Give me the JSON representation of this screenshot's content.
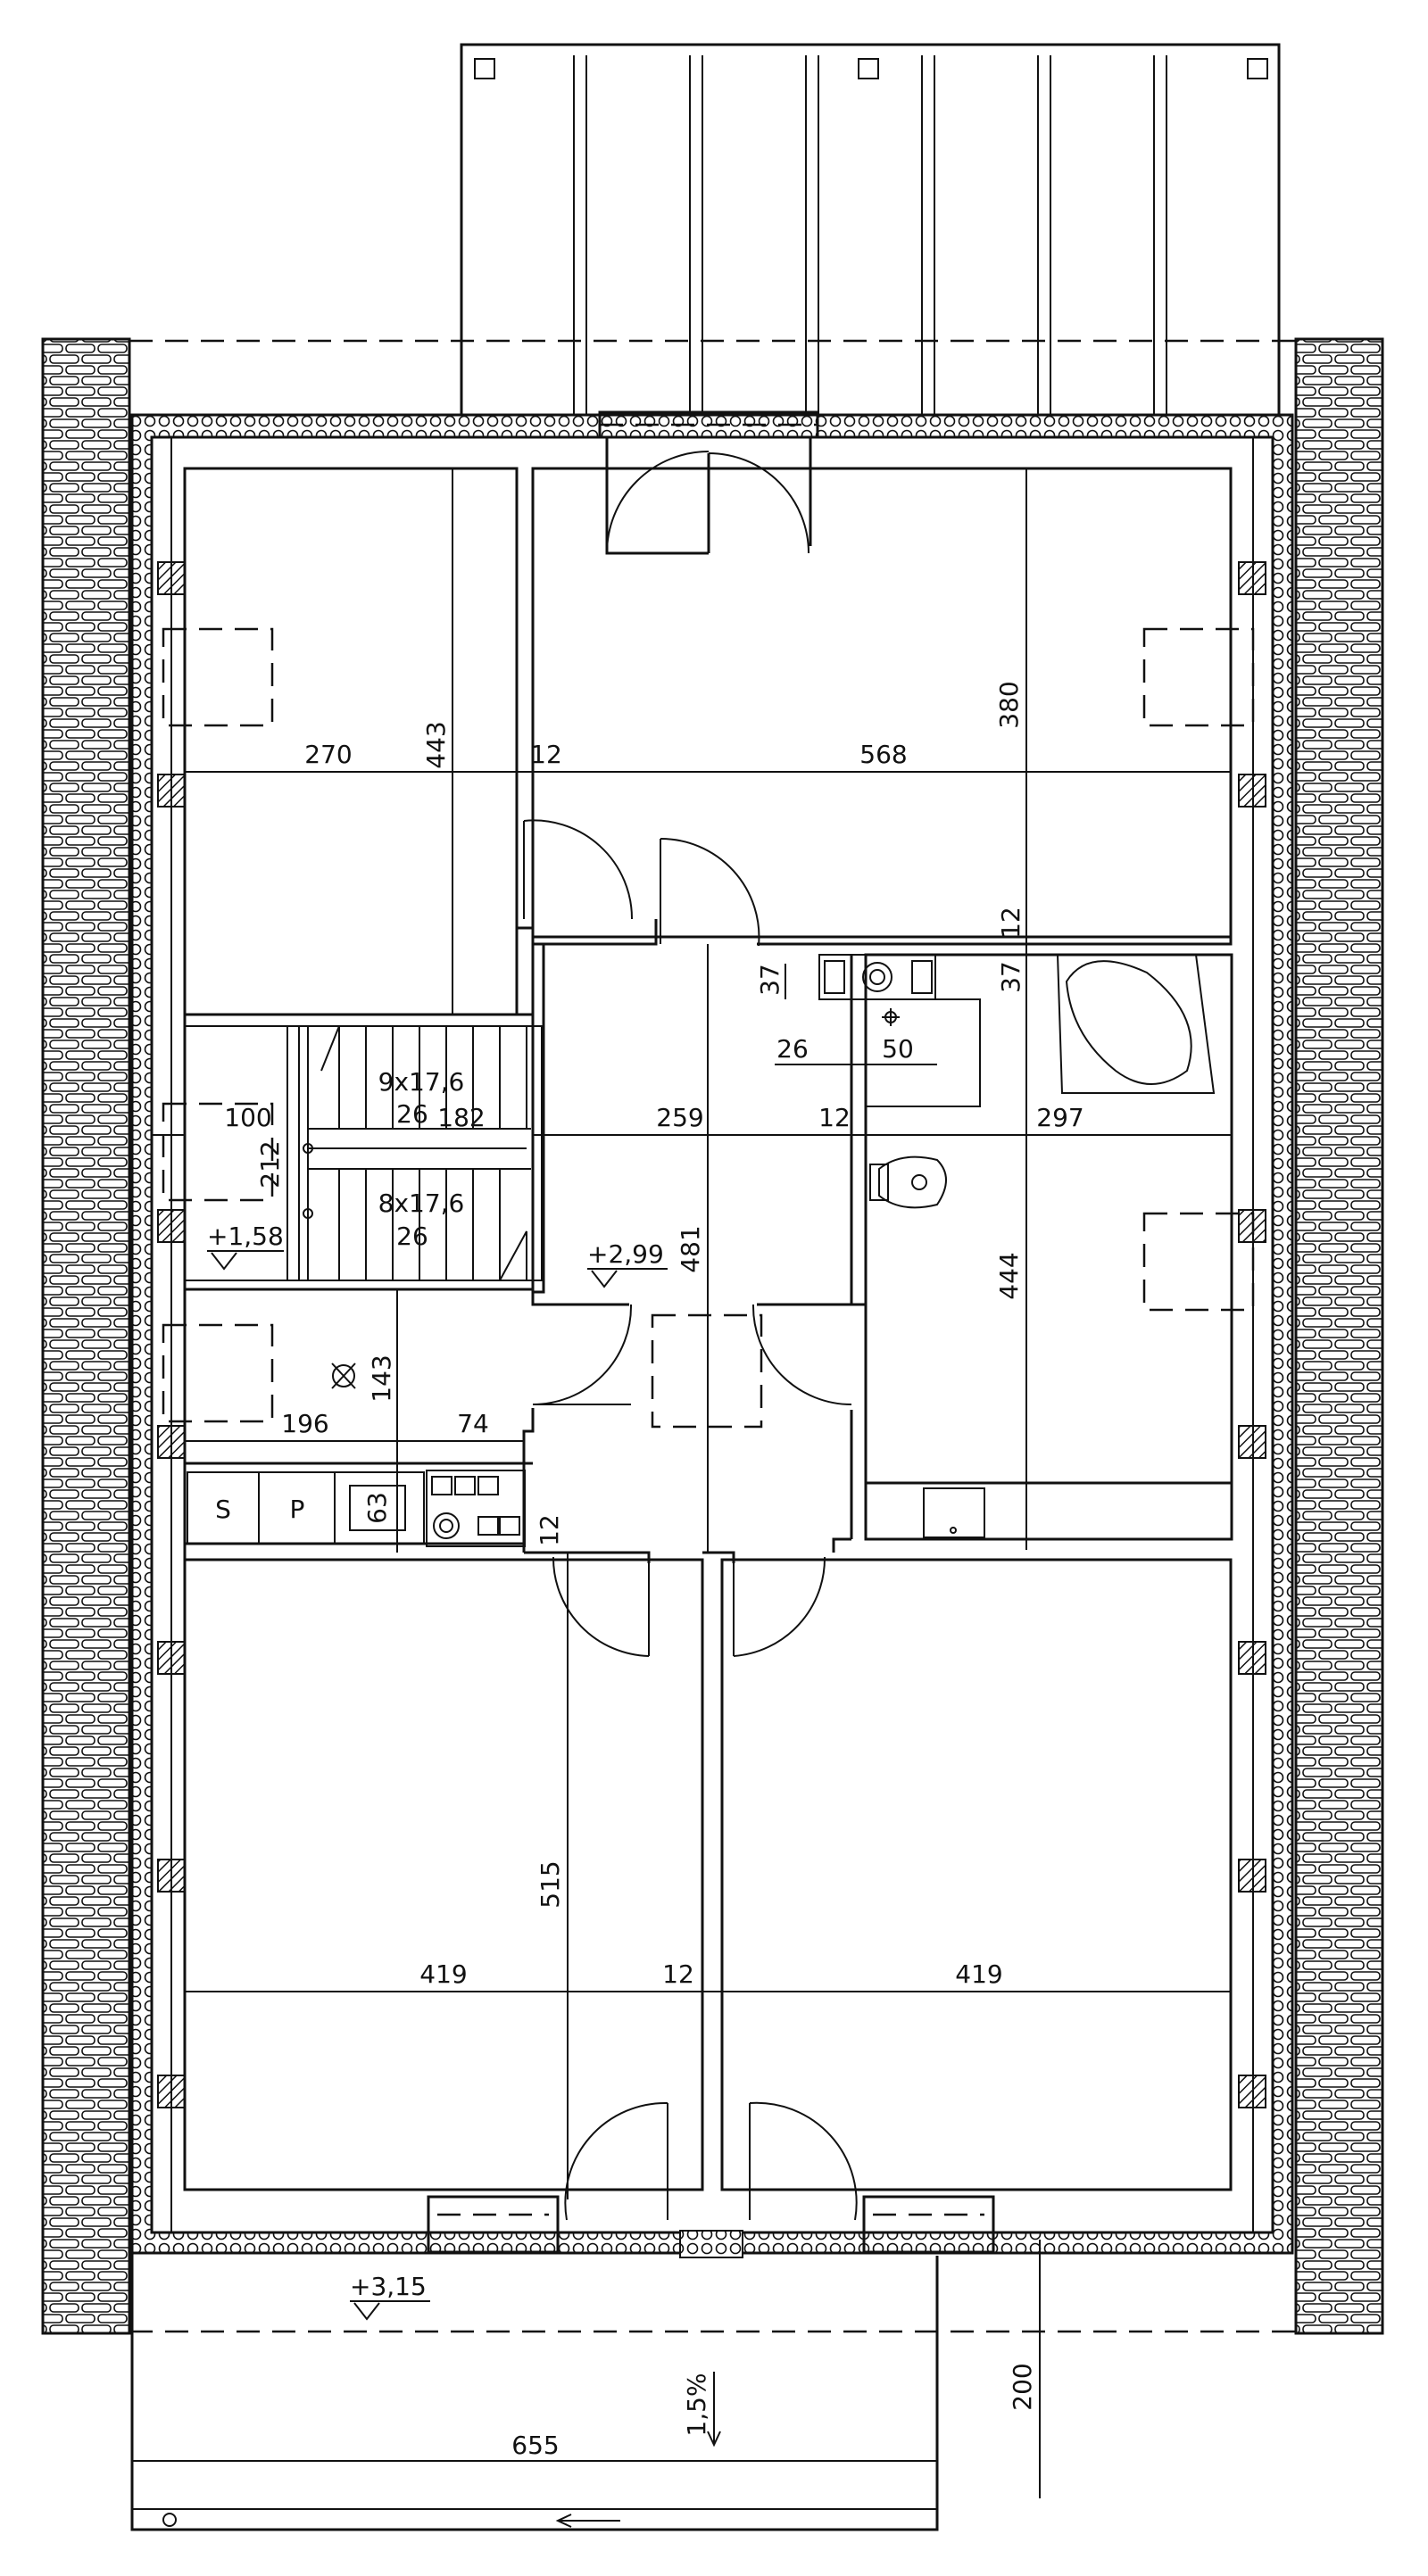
{
  "diagram": {
    "dimensions": {
      "d270": "270",
      "d443": "443",
      "d12a": "12",
      "d568": "568",
      "d380": "380",
      "d12b": "12",
      "d37a": "37",
      "d37b": "37",
      "d26a": "26",
      "d50": "50",
      "d100": "100",
      "d182": "182",
      "d259": "259",
      "d12c": "12",
      "d297": "297",
      "d212": "212",
      "d481": "481",
      "d444": "444",
      "d143": "143",
      "d196": "196",
      "d74": "74",
      "d63": "63",
      "d12d": "12",
      "d515": "515",
      "d419a": "419",
      "d12e": "12",
      "d419b": "419",
      "d200": "200",
      "d655": "655"
    },
    "stairs": {
      "upper_run": "9x17,6",
      "upper_tread": "26",
      "lower_run": "8x17,6",
      "lower_tread": "26"
    },
    "levels": {
      "stair_landing": "+1,58",
      "hall": "+2,99",
      "terrace": "+3,15"
    },
    "slope": "1,5%",
    "fixtures": {
      "cabinet_s": "S",
      "cabinet_p": "P"
    }
  },
  "colors": {
    "ink": "#111111",
    "paper": "#ffffff"
  }
}
